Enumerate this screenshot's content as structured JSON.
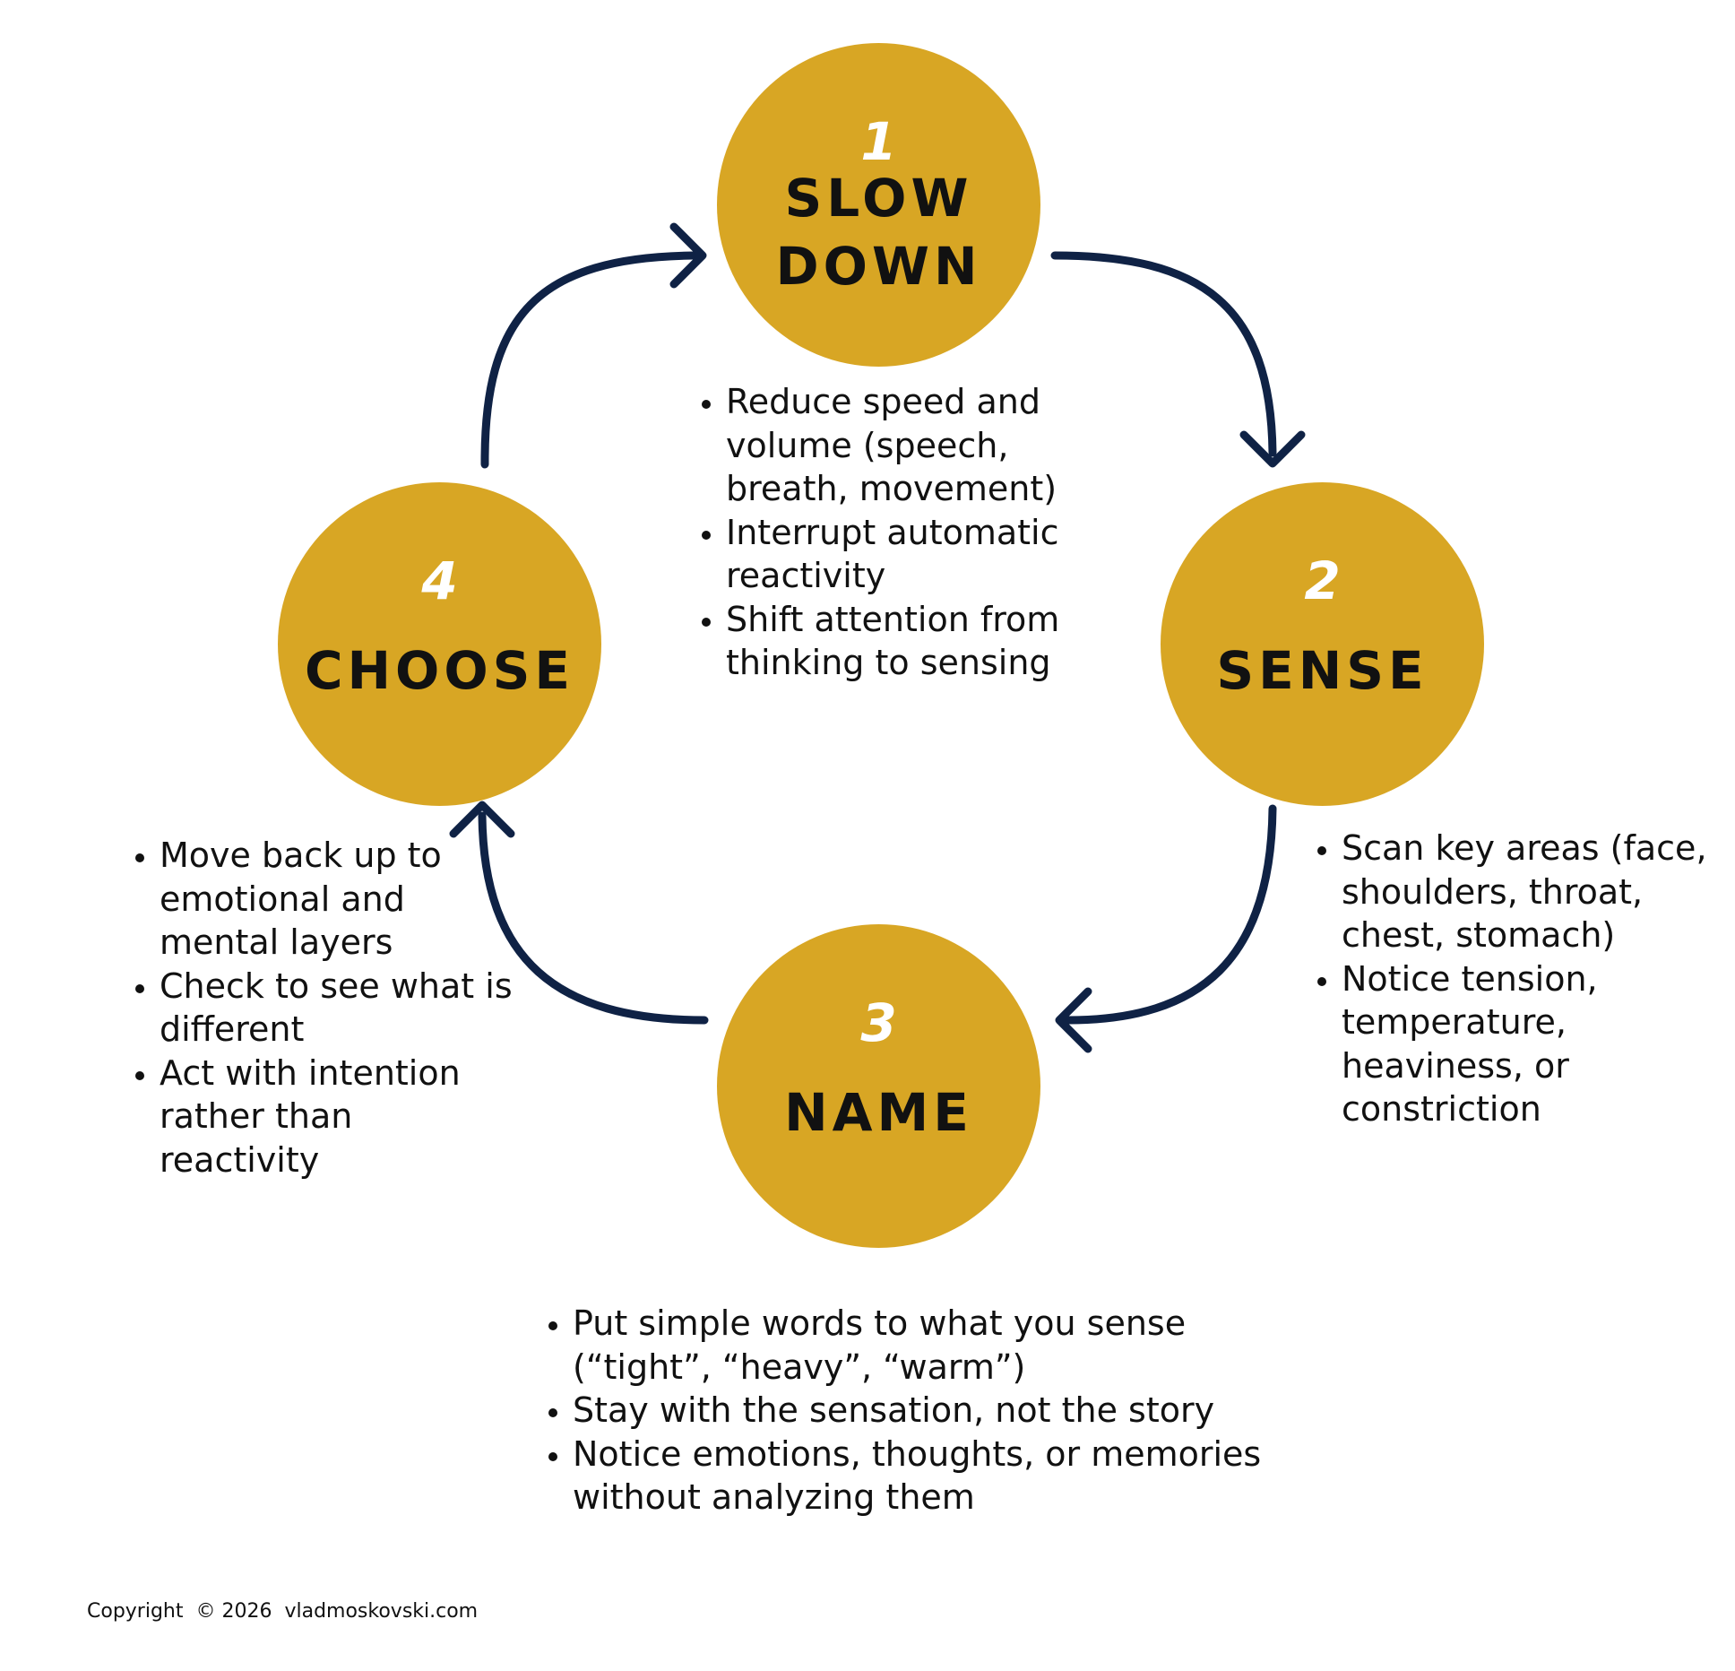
{
  "colors": {
    "circle_fill": "#d8a624",
    "number_text": "#ffffff",
    "title_text": "#111111",
    "arrow_stroke": "#0f2245",
    "body_text": "#111111"
  },
  "steps": [
    {
      "number": "1",
      "title": "SLOW\nDOWN",
      "bullets": [
        "Reduce speed and volume (speech, breath, movement)",
        "Interrupt automatic reactivity",
        "Shift attention from thinking to sensing"
      ]
    },
    {
      "number": "2",
      "title": "SENSE",
      "bullets": [
        "Scan key areas (face, shoulders, throat, chest, stomach)",
        "Notice tension, temperature, heaviness, or constriction"
      ]
    },
    {
      "number": "3",
      "title": "NAME",
      "bullets": [
        "Put simple words to what you sense (“tight”, “heavy”, “warm”)",
        "Stay with the sensation, not the story",
        "Notice emotions, thoughts, or memories without analyzing them"
      ]
    },
    {
      "number": "4",
      "title": "CHOOSE",
      "bullets": [
        "Move back up to emotional and mental layers",
        "Check to see what is different",
        "Act with intention rather than reactivity"
      ]
    }
  ],
  "arrows": [
    {
      "from": "SLOW DOWN",
      "to": "SENSE",
      "direction": "clockwise"
    },
    {
      "from": "SENSE",
      "to": "NAME",
      "direction": "clockwise"
    },
    {
      "from": "NAME",
      "to": "CHOOSE",
      "direction": "clockwise"
    },
    {
      "from": "CHOOSE",
      "to": "SLOW DOWN",
      "direction": "clockwise"
    }
  ],
  "copyright": "Copyright  © 2026  vladmoskovski.com"
}
